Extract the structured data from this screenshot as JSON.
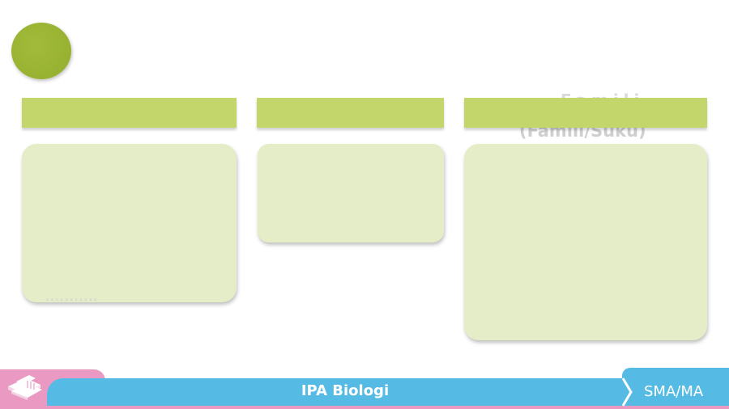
{
  "slide": {
    "ghost_top": "Famili",
    "ghost_paren": "(Famili/Suku)",
    "ghost_left": "..........."
  },
  "footer": {
    "subject": "IPA Biologi",
    "level": "SMA/MA"
  },
  "colors": {
    "circle": "#9bb533",
    "header_bar": "#c3d66b",
    "panel": "#e4edc7",
    "footer_blue": "#56bbe4",
    "footer_pink": "#ea9ac2"
  },
  "icons": {
    "logo": "books-icon",
    "separator": "chevron-right-icon",
    "bullet": "circle-icon"
  }
}
